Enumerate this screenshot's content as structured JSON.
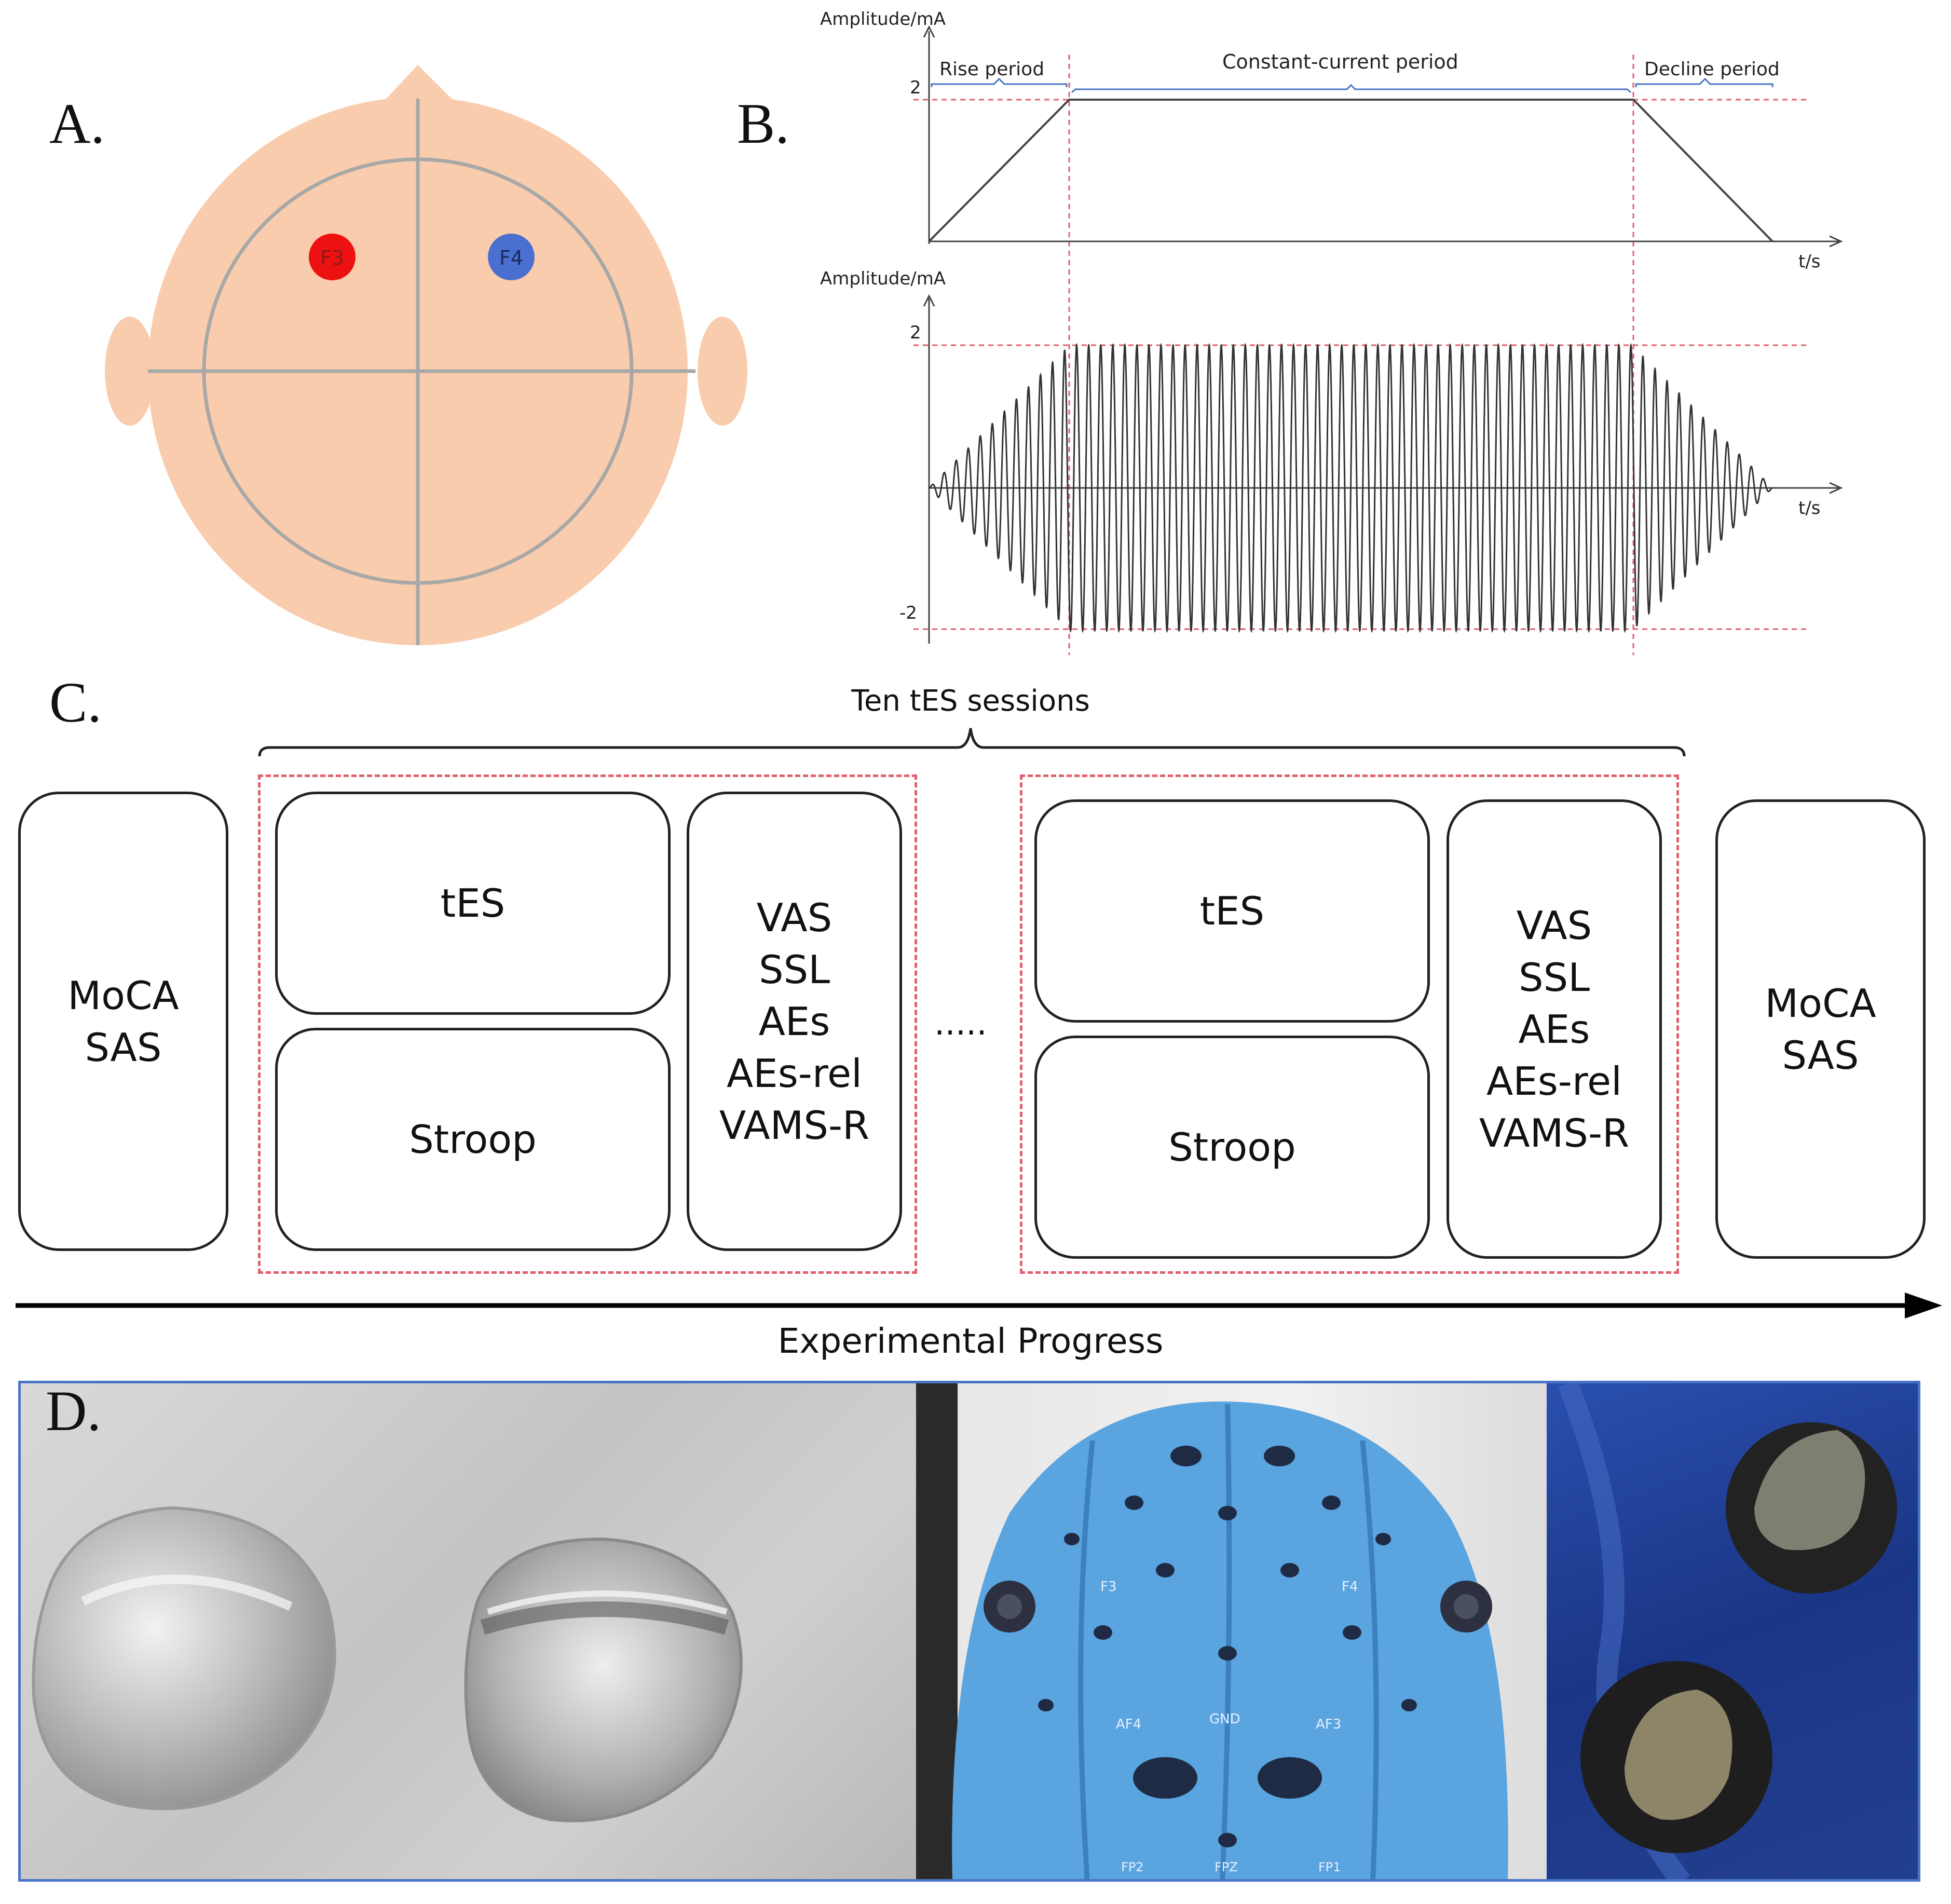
{
  "panels": {
    "a": "A.",
    "b": "B.",
    "c": "C.",
    "d": "D."
  },
  "head": {
    "skin_color": "#f9ccad",
    "line_color": "#a8a8a8",
    "electrodes": [
      {
        "label": "F3",
        "color": "#ee1111"
      },
      {
        "label": "F4",
        "color": "#4a6fd0"
      }
    ]
  },
  "waveform": {
    "top": {
      "ylabel": "Amplitude/mA",
      "xlabel": "t/s",
      "ytick": "2",
      "periods": [
        "Rise period",
        "Constant-current period",
        "Decline period"
      ]
    },
    "bottom": {
      "ylabel": "Amplitude/mA",
      "xlabel": "t/s",
      "yticks": [
        "2",
        "-2"
      ]
    },
    "guide_color": "#e06070"
  },
  "chart_data": [
    {
      "type": "line",
      "xlabel": "t/s",
      "ylabel": "Amplitude/mA",
      "ytick_labels": [
        "2"
      ],
      "annotations": [
        "Rise period",
        "Constant-current period",
        "Decline period"
      ],
      "series": [
        {
          "x": [
            0,
            1,
            5,
            6
          ],
          "y": [
            0,
            2,
            2,
            0
          ]
        }
      ]
    },
    {
      "type": "line",
      "xlabel": "t/s",
      "ylabel": "Amplitude/mA",
      "ytick_labels": [
        "2",
        "-2"
      ],
      "series": [
        {
          "envelope_x": [
            0,
            1,
            5,
            6
          ],
          "envelope_y": [
            0,
            2,
            2,
            0
          ],
          "peak": 2,
          "trough": -2
        }
      ]
    }
  ],
  "protocol": {
    "brace_label": "Ten tES sessions",
    "pre": [
      "MoCA",
      "SAS"
    ],
    "post": [
      "MoCA",
      "SAS"
    ],
    "session": {
      "stim": "tES",
      "task": "Stroop",
      "measures": [
        "VAS",
        "SSL",
        "AEs",
        "AEs-rel",
        "VAMS-R"
      ]
    },
    "ellipsis": ".....",
    "arrow_label": "Experimental Progress"
  },
  "photos": {
    "border_color": "#4a74c6",
    "cap_labels": [
      "F3",
      "F4",
      "AF4",
      "GND",
      "AF3",
      "FP2",
      "FPZ",
      "FP1"
    ]
  }
}
